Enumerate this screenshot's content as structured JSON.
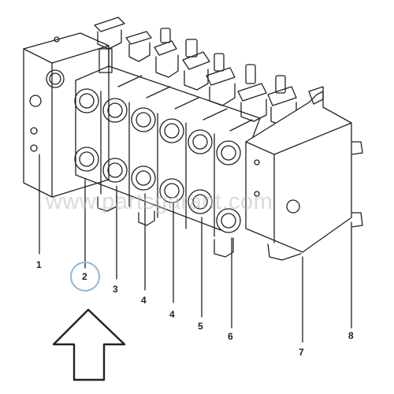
{
  "diagram": {
    "callouts": [
      "1",
      "2",
      "3",
      "4",
      "4",
      "5",
      "6",
      "7",
      "8"
    ],
    "highlighted_callout": "2",
    "highlight_color": "#8fb6de",
    "line_color": "#222222",
    "watermark": "www.partsgarant.com",
    "arrow_icon": "up-arrow-icon"
  }
}
